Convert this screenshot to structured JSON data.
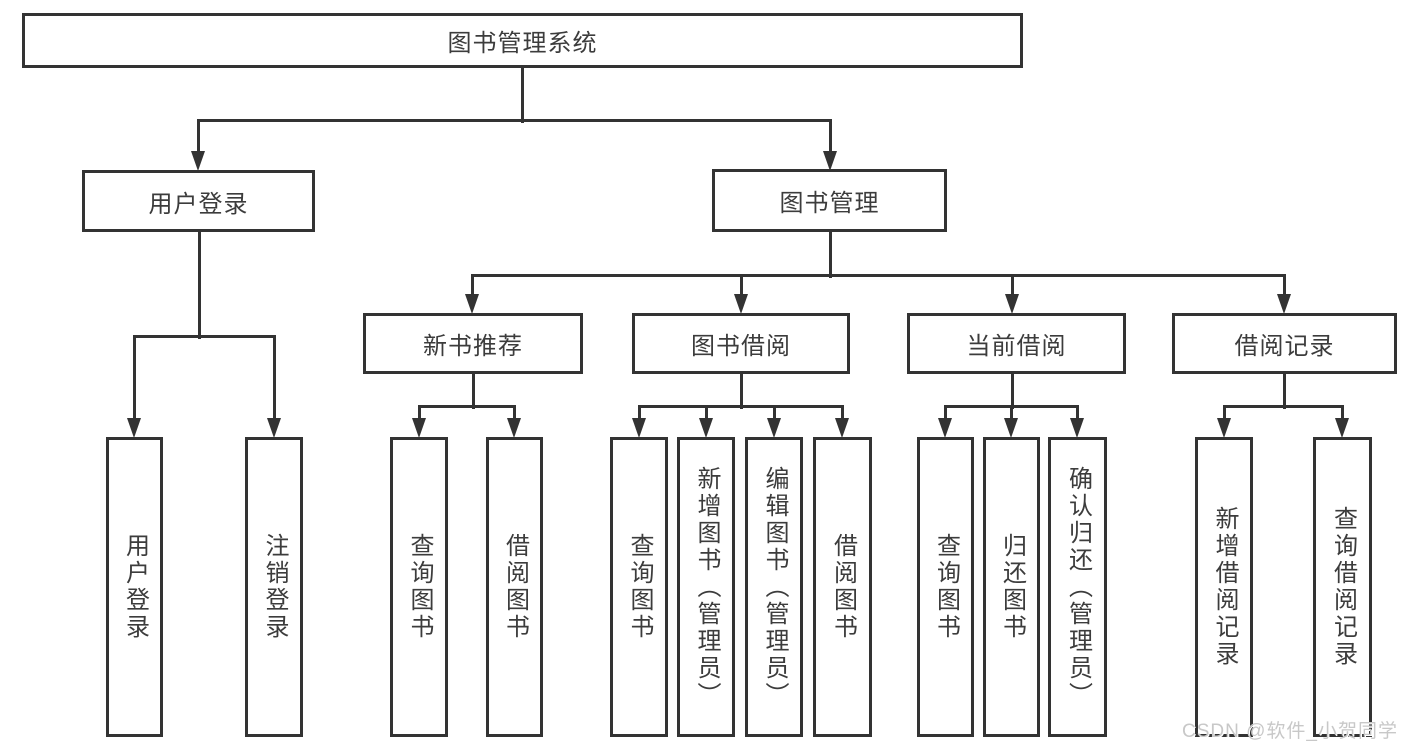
{
  "diagram": {
    "type": "hierarchy-diagram",
    "colors": {
      "line": "#333333",
      "box_border": "#333333",
      "text": "#3c3c3c",
      "background": "#ffffff",
      "watermark": "#c8c8c8"
    },
    "watermark": "CSDN @软件_小贺同学",
    "tree": {
      "label": "图书管理系统",
      "children": [
        {
          "label": "用户登录",
          "children": [
            {
              "label": "用户登录"
            },
            {
              "label": "注销登录"
            }
          ]
        },
        {
          "label": "图书管理",
          "children": [
            {
              "label": "新书推荐",
              "children": [
                {
                  "label": "查询图书"
                },
                {
                  "label": "借阅图书"
                }
              ]
            },
            {
              "label": "图书借阅",
              "children": [
                {
                  "label": "查询图书"
                },
                {
                  "label": "新增图书（管理员）"
                },
                {
                  "label": "编辑图书（管理员）"
                },
                {
                  "label": "借阅图书"
                }
              ]
            },
            {
              "label": "当前借阅",
              "children": [
                {
                  "label": "查询图书"
                },
                {
                  "label": "归还图书"
                },
                {
                  "label": "确认归还（管理员）"
                }
              ]
            },
            {
              "label": "借阅记录",
              "children": [
                {
                  "label": "新增借阅记录"
                },
                {
                  "label": "查询借阅记录"
                }
              ]
            }
          ]
        }
      ]
    }
  }
}
